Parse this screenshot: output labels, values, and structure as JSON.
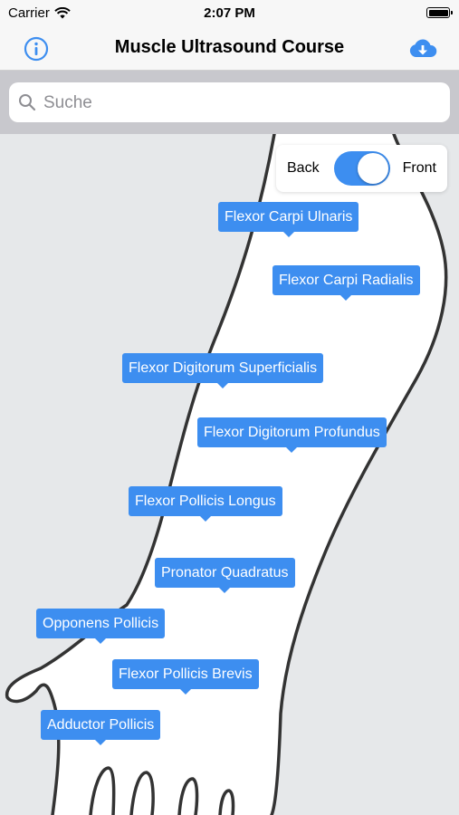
{
  "status_bar": {
    "carrier": "Carrier",
    "time": "2:07 PM"
  },
  "nav": {
    "title": "Muscle Ultrasound Course",
    "info_icon": "info-icon",
    "download_icon": "cloud-download-icon"
  },
  "search": {
    "placeholder": "Suche",
    "value": ""
  },
  "view_toggle": {
    "back_label": "Back",
    "front_label": "Front",
    "selected": "Front"
  },
  "muscles": [
    "Flexor Carpi Ulnaris",
    "Flexor Carpi Radialis",
    "Flexor Digitorum Superficialis",
    "Flexor Digitorum Profundus",
    "Flexor Pollicis Longus",
    "Pronator Quadratus",
    "Opponens Pollicis",
    "Flexor Pollicis Brevis",
    "Adductor Pollicis"
  ],
  "colors": {
    "accent": "#3d8ef0",
    "background": "#e6e8ea",
    "arm_fill": "#ffffff",
    "arm_outline": "#333333"
  }
}
